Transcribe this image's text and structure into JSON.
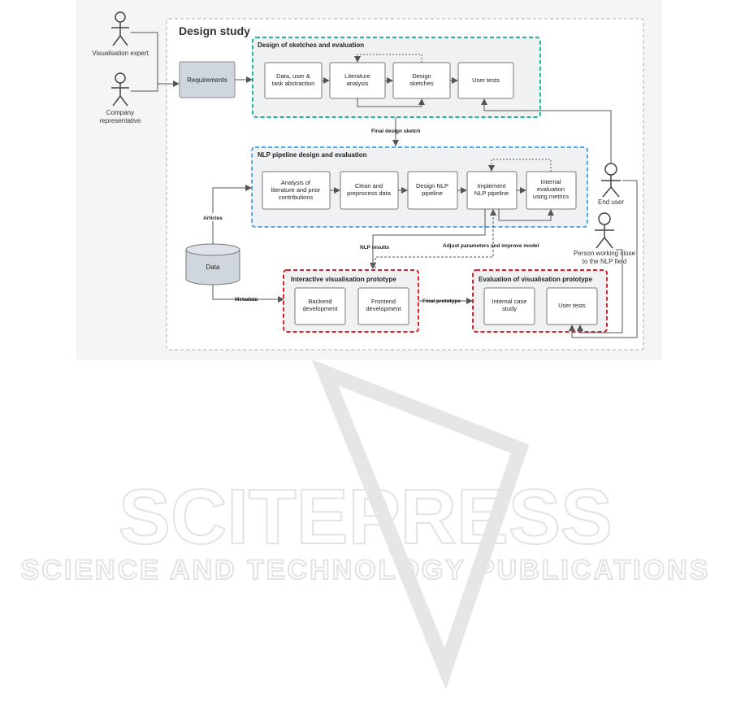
{
  "title": "Design study",
  "actors": {
    "visualisation_expert": "Visualisation expert",
    "company_rep_line1": "Company",
    "company_rep_line2": "representative",
    "end_user": "End user",
    "nlp_person_line1": "Person working close",
    "nlp_person_line2": "to the NLP field"
  },
  "requirements": "Requirements",
  "data_store": "Data",
  "groups": {
    "sketches": {
      "title": "Design of sketches and evaluation",
      "border_color": "#1fb5a0",
      "steps": [
        [
          "Data, user &",
          "task abstraction"
        ],
        [
          "Literature",
          "analysis"
        ],
        [
          "Design",
          "sketches"
        ],
        [
          "User tests"
        ]
      ]
    },
    "nlp": {
      "title": "NLP pipeline design and evaluation",
      "border_color": "#5aa8e8",
      "steps": [
        [
          "Analysis of",
          "literature and prior",
          "contributions"
        ],
        [
          "Clean and",
          "preprocess data"
        ],
        [
          "Design NLP",
          "pipeline"
        ],
        [
          "Implement",
          "NLP pipeline"
        ],
        [
          "Internal",
          "evaluation",
          "using metrics"
        ]
      ]
    },
    "prototype": {
      "title": "Interactive visualisation prototype",
      "border_color": "#d9222a",
      "steps": [
        [
          "Backend",
          "development"
        ],
        [
          "Frontend",
          "development"
        ]
      ]
    },
    "evaluation": {
      "title": "Evaluation of visualisation prototype",
      "border_color": "#d9222a",
      "steps": [
        [
          "Internal case",
          "study"
        ],
        [
          "User tests"
        ]
      ]
    }
  },
  "edge_labels": {
    "final_design_sketch": "Final design sketch",
    "articles": "Articles",
    "nlp_results": "NLP results",
    "adjust": "Adjust parameters and improve model",
    "metadata": "Metadata",
    "final_prototype": "Final prototype"
  },
  "watermark": {
    "main": "SCITEPRESS",
    "sub": "SCIENCE AND TECHNOLOGY PUBLICATIONS"
  }
}
